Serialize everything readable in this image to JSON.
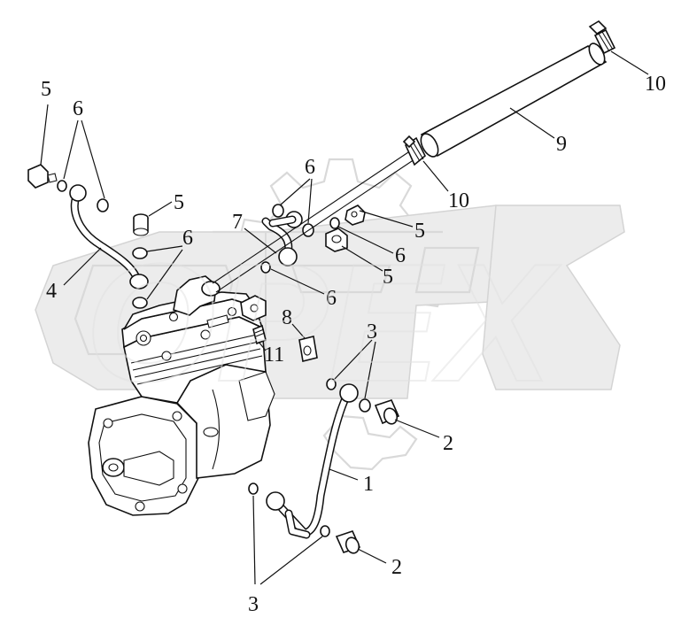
{
  "watermark": {
    "text": "OPEX"
  },
  "callouts": [
    {
      "id": "c1",
      "text": "1"
    },
    {
      "id": "c2a",
      "text": "2"
    },
    {
      "id": "c2b",
      "text": "2"
    },
    {
      "id": "c3a",
      "text": "3"
    },
    {
      "id": "c3b",
      "text": "3"
    },
    {
      "id": "c4",
      "text": "4"
    },
    {
      "id": "c5a",
      "text": "5"
    },
    {
      "id": "c5b",
      "text": "5"
    },
    {
      "id": "c5c",
      "text": "5"
    },
    {
      "id": "c5d",
      "text": "5"
    },
    {
      "id": "c6a",
      "text": "6"
    },
    {
      "id": "c6b",
      "text": "6"
    },
    {
      "id": "c6c",
      "text": "6"
    },
    {
      "id": "c6d",
      "text": "6"
    },
    {
      "id": "c6e",
      "text": "6"
    },
    {
      "id": "c7",
      "text": "7"
    },
    {
      "id": "c8",
      "text": "8"
    },
    {
      "id": "c9",
      "text": "9"
    },
    {
      "id": "c10a",
      "text": "10"
    },
    {
      "id": "c10b",
      "text": "10"
    },
    {
      "id": "c11",
      "text": "11"
    }
  ]
}
